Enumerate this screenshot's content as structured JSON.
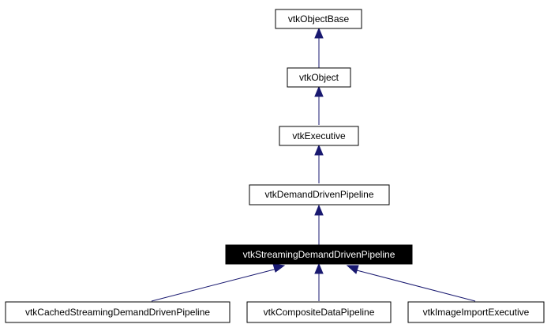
{
  "colors": {
    "edge": "#191970",
    "node_border": "#000000",
    "node_fill": "#ffffff",
    "highlight_fill": "#000000",
    "highlight_text": "#ffffff"
  },
  "nodes": {
    "object_base": {
      "label": "vtkObjectBase"
    },
    "object": {
      "label": "vtkObject"
    },
    "executive": {
      "label": "vtkExecutive"
    },
    "demand_driven_pipeline": {
      "label": "vtkDemandDrivenPipeline"
    },
    "streaming_demand_driven_pipeline": {
      "label": "vtkStreamingDemandDrivenPipeline"
    },
    "cached_streaming_demand_driven_pipeline": {
      "label": "vtkCachedStreamingDemandDrivenPipeline"
    },
    "composite_data_pipeline": {
      "label": "vtkCompositeDataPipeline"
    },
    "image_import_executive": {
      "label": "vtkImageImportExecutive"
    }
  },
  "edges": [
    {
      "from": "object",
      "to": "object_base"
    },
    {
      "from": "executive",
      "to": "object"
    },
    {
      "from": "demand_driven_pipeline",
      "to": "executive"
    },
    {
      "from": "streaming_demand_driven_pipeline",
      "to": "demand_driven_pipeline"
    },
    {
      "from": "cached_streaming_demand_driven_pipeline",
      "to": "streaming_demand_driven_pipeline"
    },
    {
      "from": "composite_data_pipeline",
      "to": "streaming_demand_driven_pipeline"
    },
    {
      "from": "image_import_executive",
      "to": "streaming_demand_driven_pipeline"
    }
  ]
}
